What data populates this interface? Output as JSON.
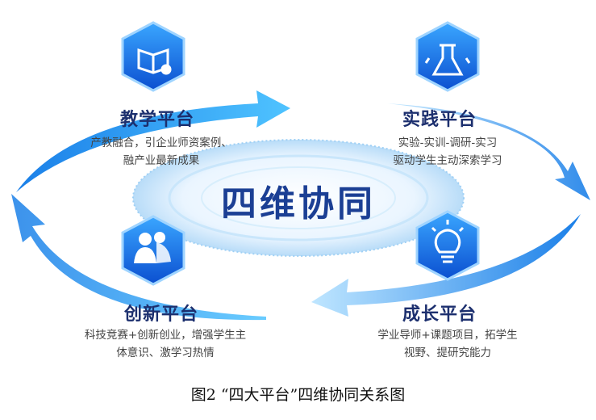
{
  "center": "四维协同",
  "platforms": [
    {
      "title": "教学平台",
      "lines": [
        "产教融合，引企业师资案例、",
        "融产业最新成果"
      ],
      "icon": "book-gear-icon"
    },
    {
      "title": "实践平台",
      "lines": [
        "实验-实训-调研-实习",
        "驱动学生主动深索学习"
      ],
      "icon": "flask-icon"
    },
    {
      "title": "创新平台",
      "lines": [
        "科技竞赛+创新创业，增强学生主",
        "体意识、激学习热情"
      ],
      "icon": "people-book-icon"
    },
    {
      "title": "成长平台",
      "lines": [
        "学业导师+课题项目，拓学生",
        "视野、提研究能力"
      ],
      "icon": "lightbulb-icon"
    }
  ],
  "caption": "图2  “四大平台”四维协同关系图",
  "colors": {
    "blue": "#1e8ff0",
    "navy": "#1c2f6e"
  }
}
